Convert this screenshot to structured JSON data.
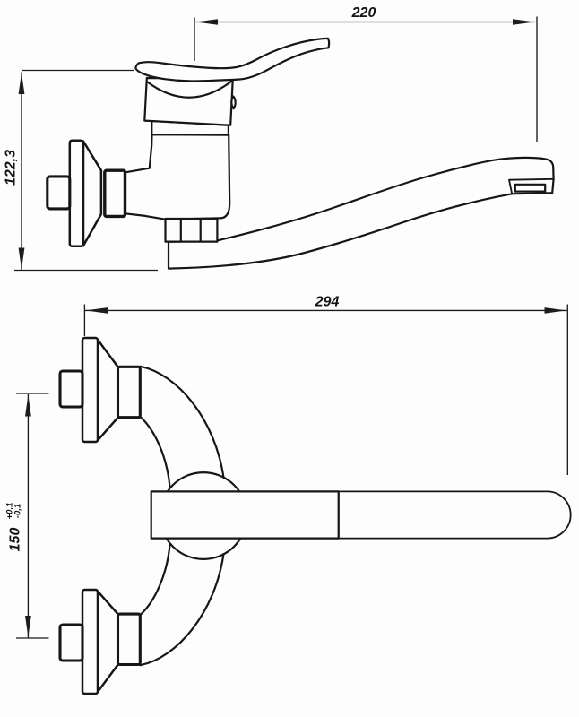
{
  "document": {
    "kind": "technical-dimension-drawing",
    "subject": "wall-mounted single-lever mixer tap, two orthographic views",
    "background_color": "#fdfdfd",
    "ink_color": "#161616"
  },
  "side_view": {
    "name": "side elevation view",
    "dims": {
      "spout_reach": {
        "value": "220"
      },
      "height": {
        "value": "122,3"
      }
    }
  },
  "plan_view": {
    "name": "plan view from below",
    "dims": {
      "total_length": {
        "value": "294"
      },
      "inlet_spacing": {
        "value": "150",
        "tol_plus": "+0,1",
        "tol_minus": "-0,1"
      }
    }
  }
}
